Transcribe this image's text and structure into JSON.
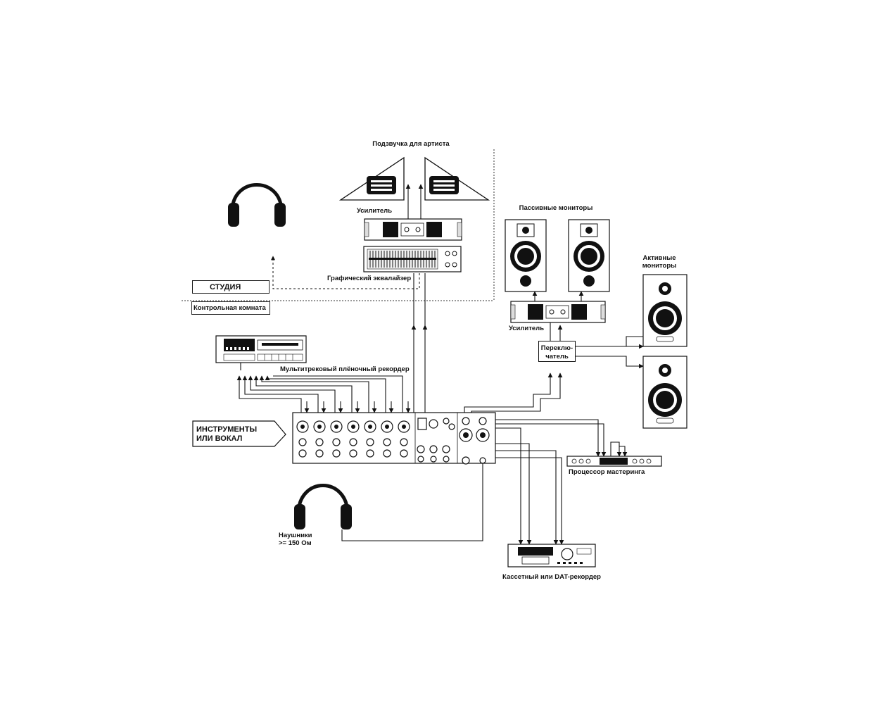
{
  "labels": {
    "artist_monitoring": "Подзвучка для артиста",
    "amplifier_top": "Усилитель",
    "graphic_eq": "Графический эквалайзер",
    "studio": "СТУДИЯ",
    "control_room": "Контрольная комната",
    "passive_monitors": "Пассивные мониторы",
    "active_monitors_line1": "Активные",
    "active_monitors_line2": "мониторы",
    "amplifier_right": "Усилитель",
    "switcher_line1": "Переклю-",
    "switcher_line2": "чатель",
    "multitrack_recorder": "Мультитрековый плёночный рекордер",
    "instruments_line1": "ИНСТРУМЕНТЫ",
    "instruments_line2": "ИЛИ ВОКАЛ",
    "mastering_processor": "Процессор мастеринга",
    "headphones_line1": "Наушники",
    "headphones_line2": ">= 150 Ом",
    "cassette_recorder": "Кассетный или DAT-рекордер"
  }
}
